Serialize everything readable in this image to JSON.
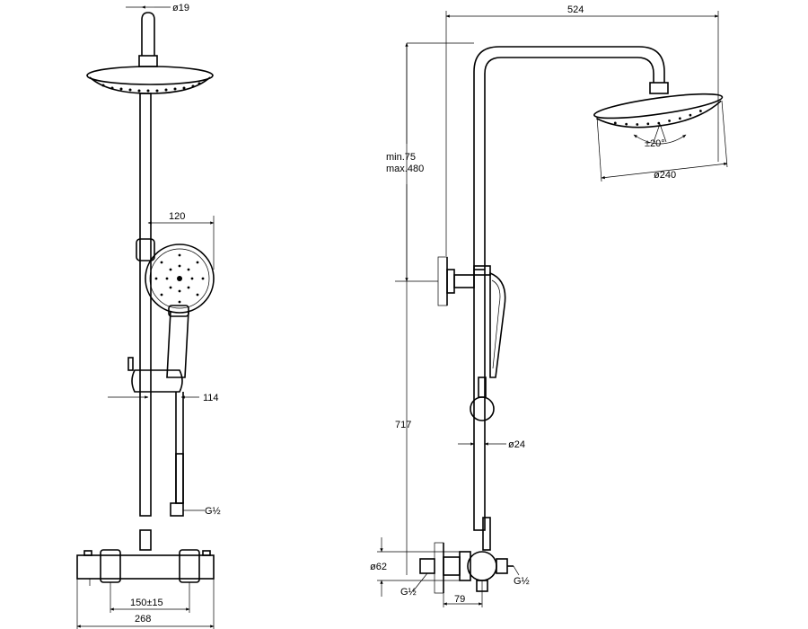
{
  "front_view": {
    "dims": {
      "outlet_diameter": "ø19",
      "handshower_width": "120",
      "holder_offset": "114",
      "hose_thread": "G½",
      "inlet_centers": "150±15",
      "body_length": "268"
    }
  },
  "side_view": {
    "dims": {
      "arm_reach": "524",
      "rail_adjust": "min.75\nmax.480",
      "rail_adjust_line1": "min.75",
      "rail_adjust_line2": "max.480",
      "spray_angle": "±20°",
      "head_diameter": "ø240",
      "rail_height": "717",
      "rail_diameter": "ø24",
      "mixer_diameter": "ø62",
      "inlet_thread": "G½",
      "outlet_thread": "G½",
      "wall_offset": "79"
    }
  }
}
